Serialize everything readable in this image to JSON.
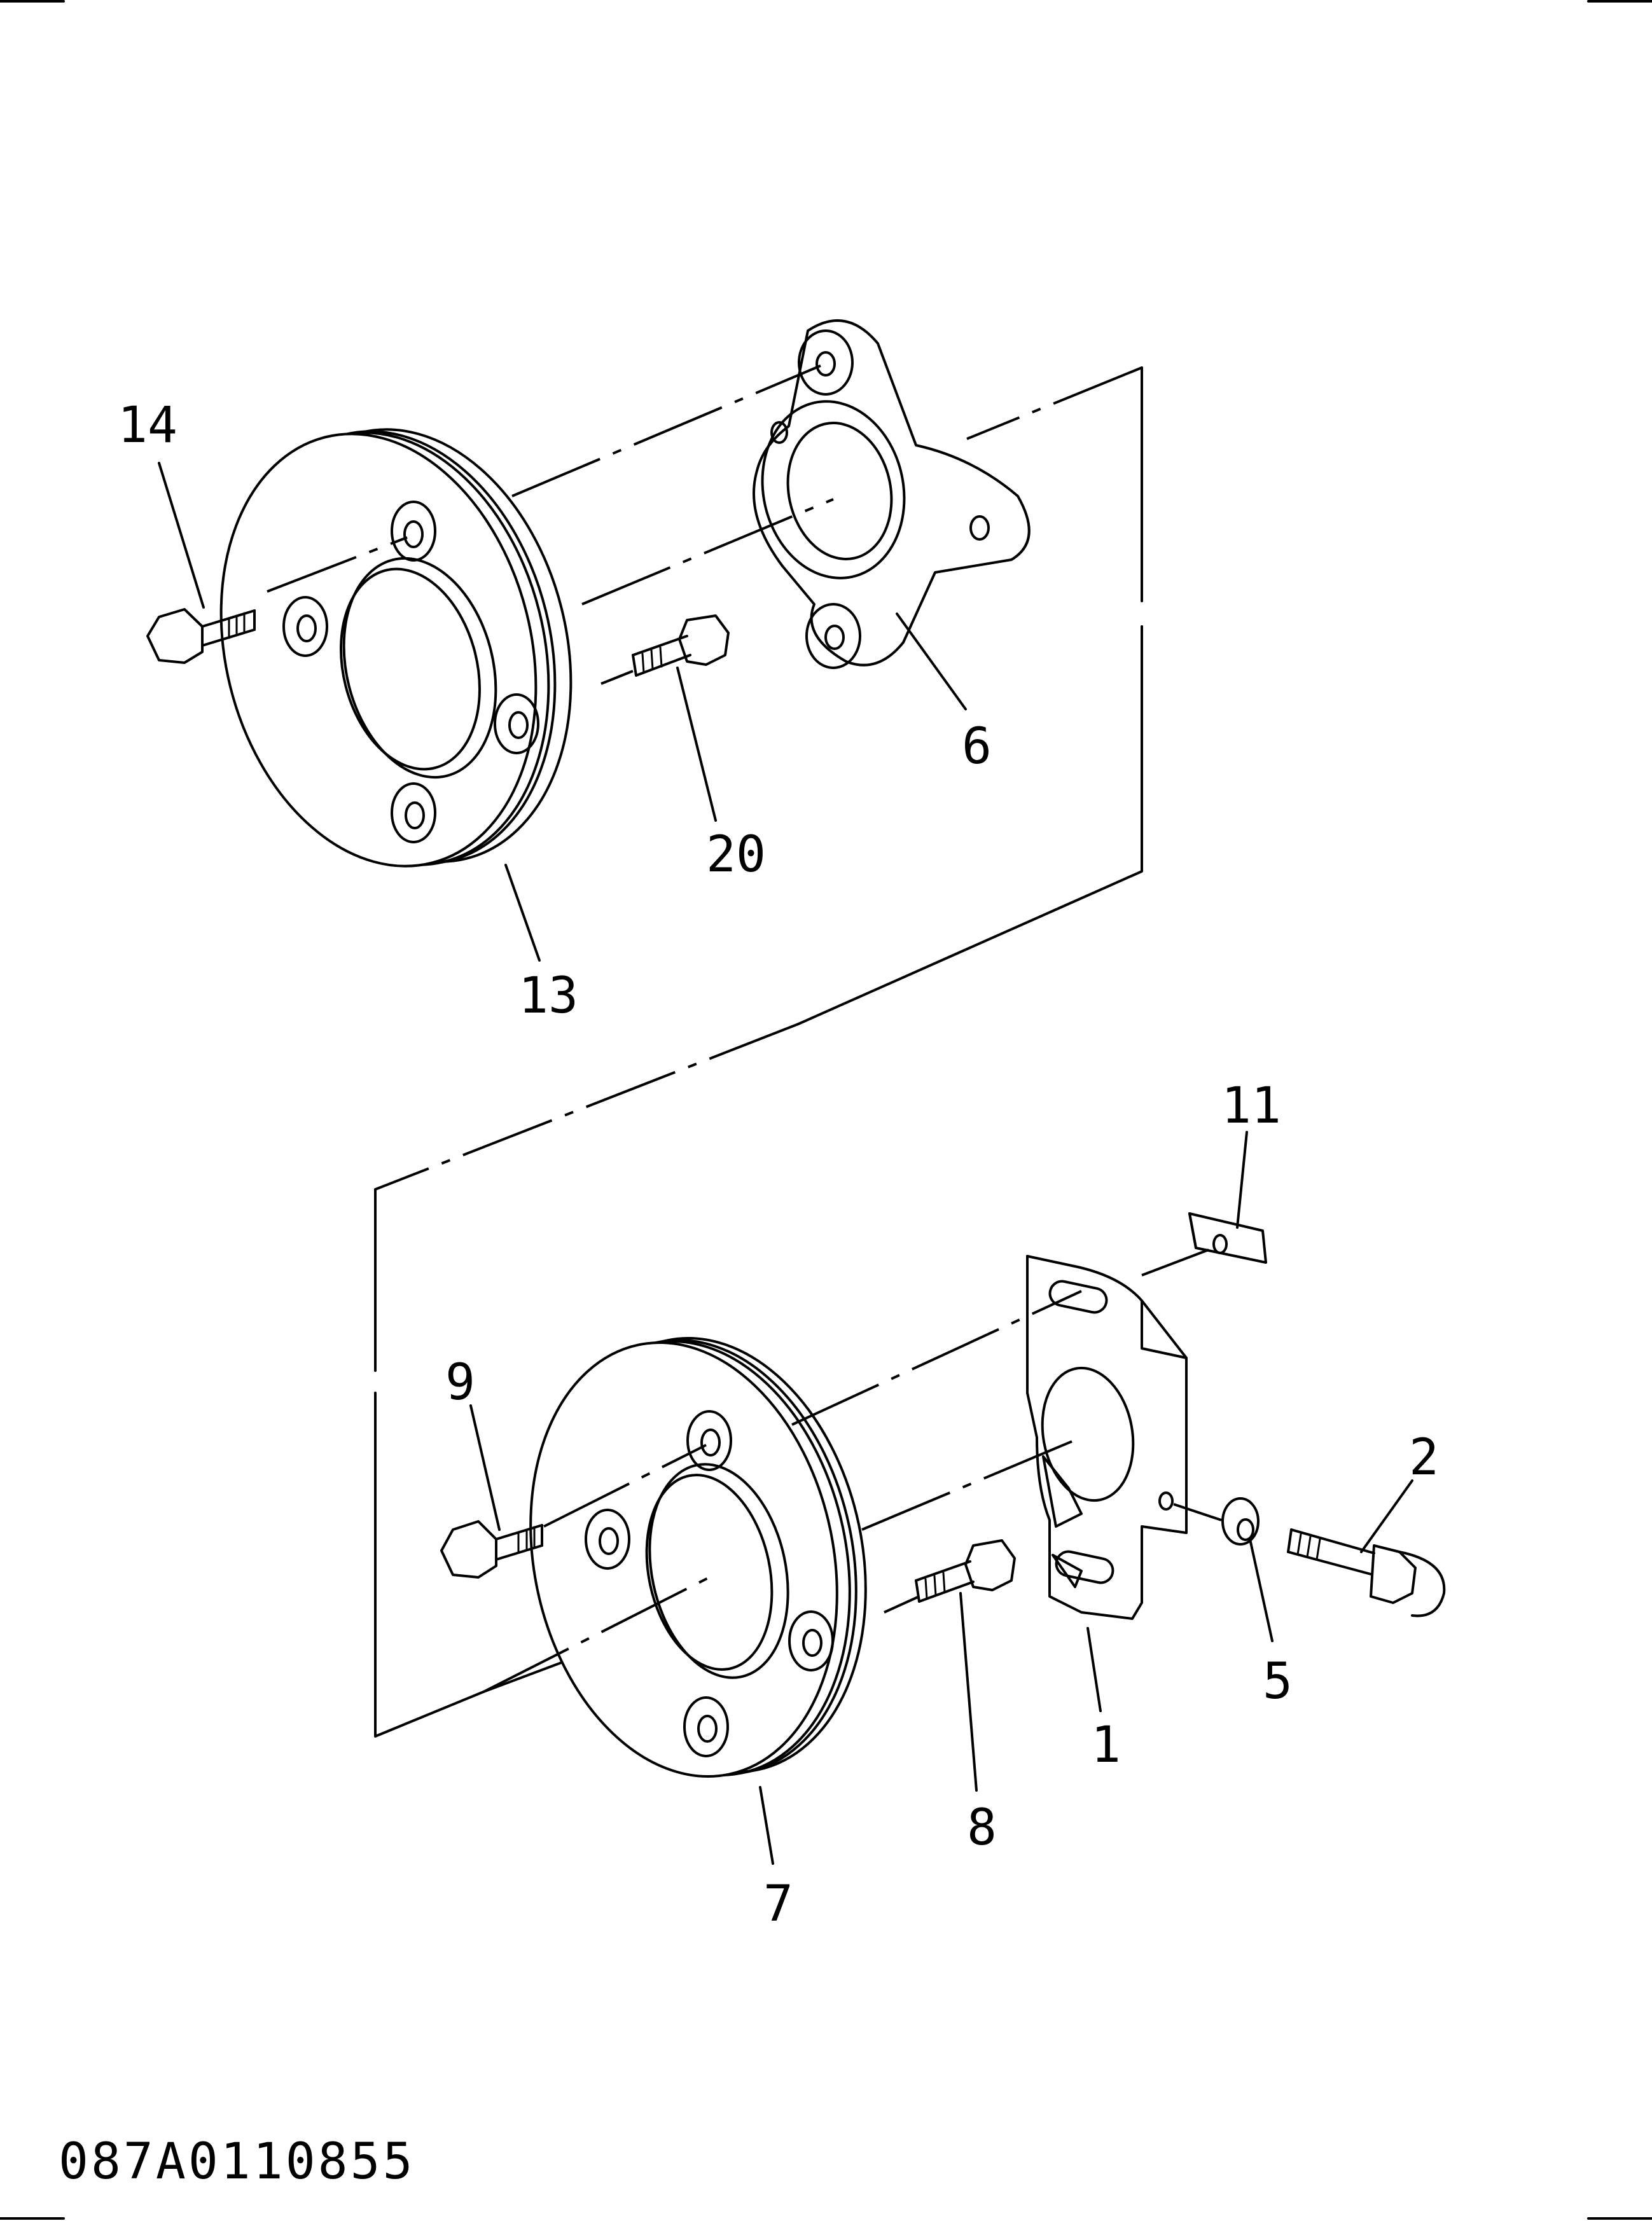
{
  "callouts": {
    "c14": "14",
    "c20": "20",
    "c6": "6",
    "c13": "13",
    "c11": "11",
    "c9": "9",
    "c2": "2",
    "c5": "5",
    "c1": "1",
    "c8": "8",
    "c7": "7"
  },
  "drawing_code": "087A0110855",
  "colors": {
    "ink": "#000000",
    "paper": "#ffffff"
  }
}
